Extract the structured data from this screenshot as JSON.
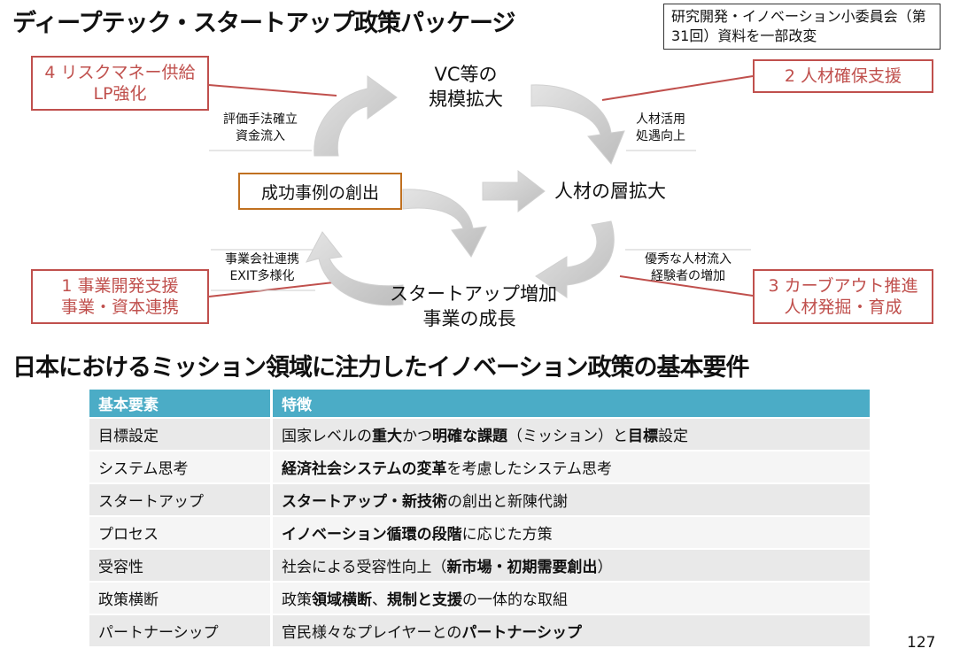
{
  "header": {
    "title": "ディープテック・スタートアップ政策パッケージ",
    "source_note": "研究開発・イノベーション小委員会（第31回）資料を一部改変"
  },
  "cycle": {
    "box4": {
      "line1": "4 リスクマネー供給",
      "line2": "LP強化"
    },
    "box2": {
      "line1": "2 人材確保支援"
    },
    "box1": {
      "line1": "1 事業開発支援",
      "line2": "事業・資本連携"
    },
    "box3": {
      "line1": "3 カーブアウト推進",
      "line2": "人材発掘・育成"
    },
    "node_top": {
      "line1": "VC等の",
      "line2": "規模拡大"
    },
    "node_center": "成功事例の創出",
    "node_right": "人材の層拡大",
    "node_bottom": {
      "line1": "スタートアップ増加",
      "line2": "事業の成長"
    },
    "label_tl": {
      "line1": "評価手法確立",
      "line2": "資金流入"
    },
    "label_tr": {
      "line1": "人材活用",
      "line2": "処遇向上"
    },
    "label_bl": {
      "line1": "事業会社連携",
      "line2": "EXIT多様化"
    },
    "label_br": {
      "line1": "優秀な人材流入",
      "line2": "経験者の増加"
    }
  },
  "section2": {
    "title": "日本におけるミッション領域に注力したイノベーション政策の基本要件"
  },
  "table": {
    "headers": [
      "基本要素",
      "特徴"
    ],
    "rows": [
      {
        "element": "目標設定",
        "parts": [
          [
            "国家レベルの",
            false
          ],
          [
            "重大",
            true
          ],
          [
            "かつ",
            false
          ],
          [
            "明確な課題",
            true
          ],
          [
            "（ミッション）と",
            false
          ],
          [
            "目標",
            true
          ],
          [
            "設定",
            false
          ]
        ]
      },
      {
        "element": "システム思考",
        "parts": [
          [
            "経済社会システムの変革",
            true
          ],
          [
            "を考慮したシステム思考",
            false
          ]
        ]
      },
      {
        "element": "スタートアップ",
        "parts": [
          [
            "スタートアップ・新技術",
            true
          ],
          [
            "の創出と新陳代謝",
            false
          ]
        ]
      },
      {
        "element": "プロセス",
        "parts": [
          [
            "イノベーション循環の段階",
            true
          ],
          [
            "に応じた方策",
            false
          ]
        ]
      },
      {
        "element": "受容性",
        "parts": [
          [
            "社会による受容性向上（",
            false
          ],
          [
            "新市場・初期需要創出",
            true
          ],
          [
            "）",
            false
          ]
        ]
      },
      {
        "element": "政策横断",
        "parts": [
          [
            "政策",
            false
          ],
          [
            "領域横断",
            true
          ],
          [
            "、",
            false
          ],
          [
            "規制と支援",
            true
          ],
          [
            "の一体的な取組",
            false
          ]
        ]
      },
      {
        "element": "パートナーシップ",
        "parts": [
          [
            "官民様々なプレイヤーとの",
            false
          ],
          [
            "パートナーシップ",
            true
          ]
        ]
      }
    ]
  },
  "footer": {
    "page_number": "127"
  }
}
